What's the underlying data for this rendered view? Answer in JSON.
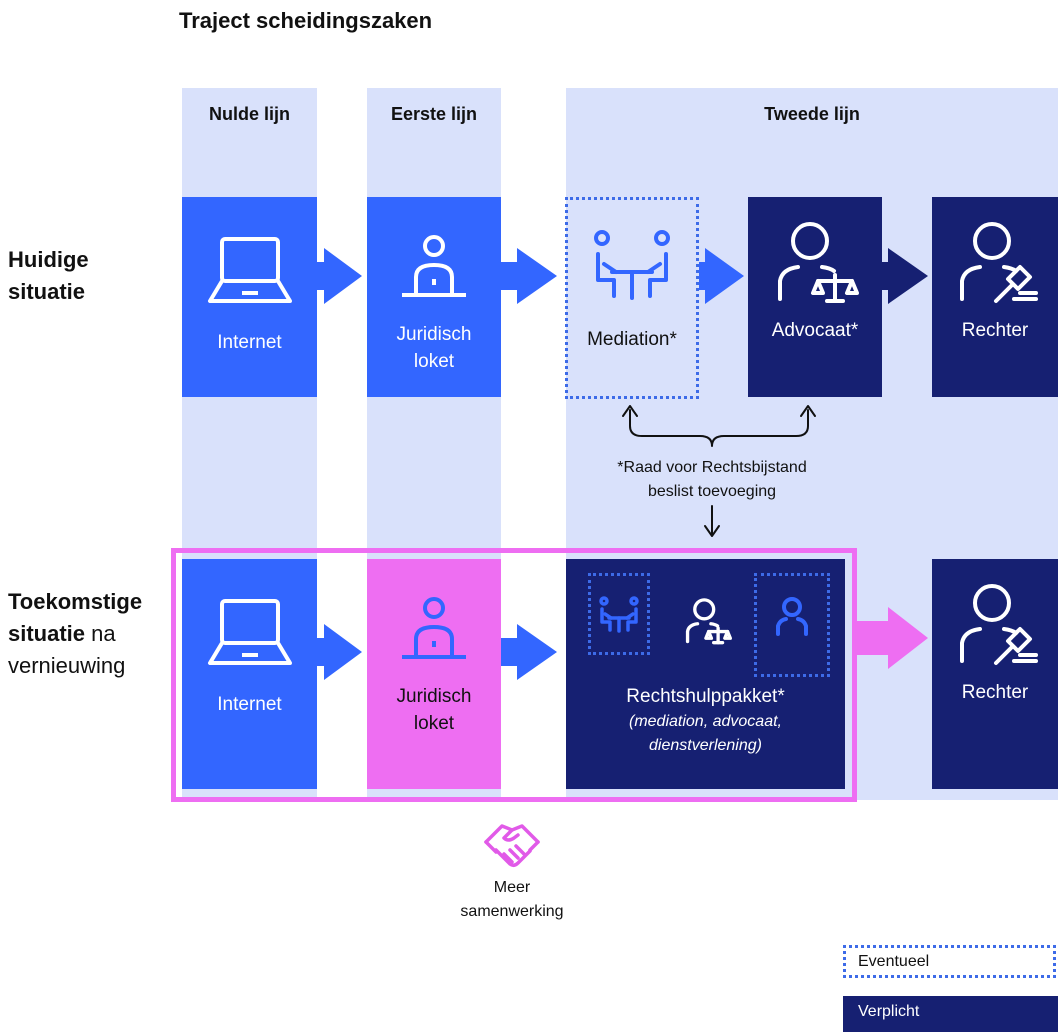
{
  "title": "Traject scheidingszaken",
  "columns": {
    "nulde": "Nulde lijn",
    "eerste": "Eerste lijn",
    "tweede": "Tweede lijn"
  },
  "rows": {
    "current": {
      "line1": "Huidige",
      "line2": "situatie"
    },
    "future": {
      "bold1": "Toekomstige",
      "bold2": "situatie",
      "rest2": " na",
      "line3": "vernieuwing"
    }
  },
  "current": {
    "internet": "Internet",
    "loket_1": "Juridisch",
    "loket_2": "loket",
    "mediation": "Mediation*",
    "advocaat": "Advocaat*",
    "rechter": "Rechter"
  },
  "note": {
    "line1": "*Raad voor Rechtsbijstand",
    "line2": "beslist toevoeging"
  },
  "future": {
    "internet": "Internet",
    "loket_1": "Juridisch",
    "loket_2": "loket",
    "pakket": "Rechtshulppakket*",
    "pakket_sub1": "(mediation, advocaat,",
    "pakket_sub2": "dienstverlening)",
    "rechter": "Rechter"
  },
  "samenwerking": {
    "line1": "Meer",
    "line2": "samenwerking"
  },
  "legend": {
    "eventueel": "Eventueel",
    "verplicht": "Verplicht"
  },
  "colors": {
    "column_bg": "#d9e1fb",
    "blue": "#3366ff",
    "navy": "#162072",
    "pink": "#ee6ef2",
    "dotted": "#3d6be8"
  }
}
